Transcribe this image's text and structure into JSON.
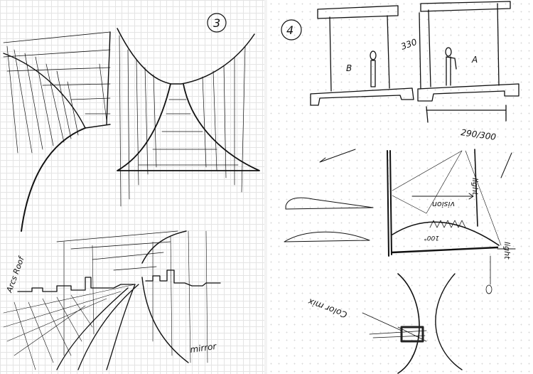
{
  "left_page": {
    "sketch_number": "3",
    "labels": {
      "roof": "Arcs Roof",
      "mirror": "mirror"
    }
  },
  "right_page": {
    "sketch_number": "4",
    "section_labels": {
      "left_room": "B",
      "right_room": "A"
    },
    "height_dim": "330",
    "width_dim": "290/300",
    "diagram_labels": {
      "light_top": "light",
      "vision": "vision",
      "angle": "100°",
      "light_right": "light",
      "color_mix": "Color mix"
    }
  },
  "colors": {
    "ink": "#111111",
    "grid": "#e4e4e4",
    "paper": "#ffffff"
  }
}
